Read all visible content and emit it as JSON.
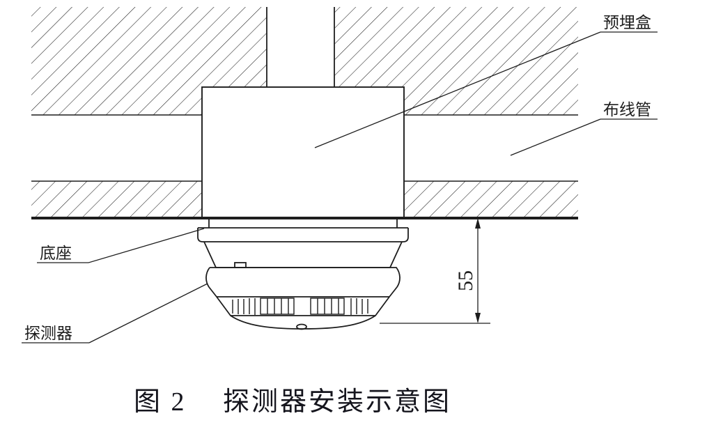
{
  "colors": {
    "line": "#1d1d1d",
    "label_text": "#1d1d1d",
    "caption_text": "#15151d",
    "background": "#ffffff"
  },
  "labels": {
    "embedded_box": "预埋盒",
    "wiring_conduit": "布线管",
    "base": "底座",
    "detector": "探测器"
  },
  "dimension": {
    "mount_height": "55"
  },
  "caption": {
    "figure_number": "图 2",
    "title": "探测器安装示意图"
  }
}
